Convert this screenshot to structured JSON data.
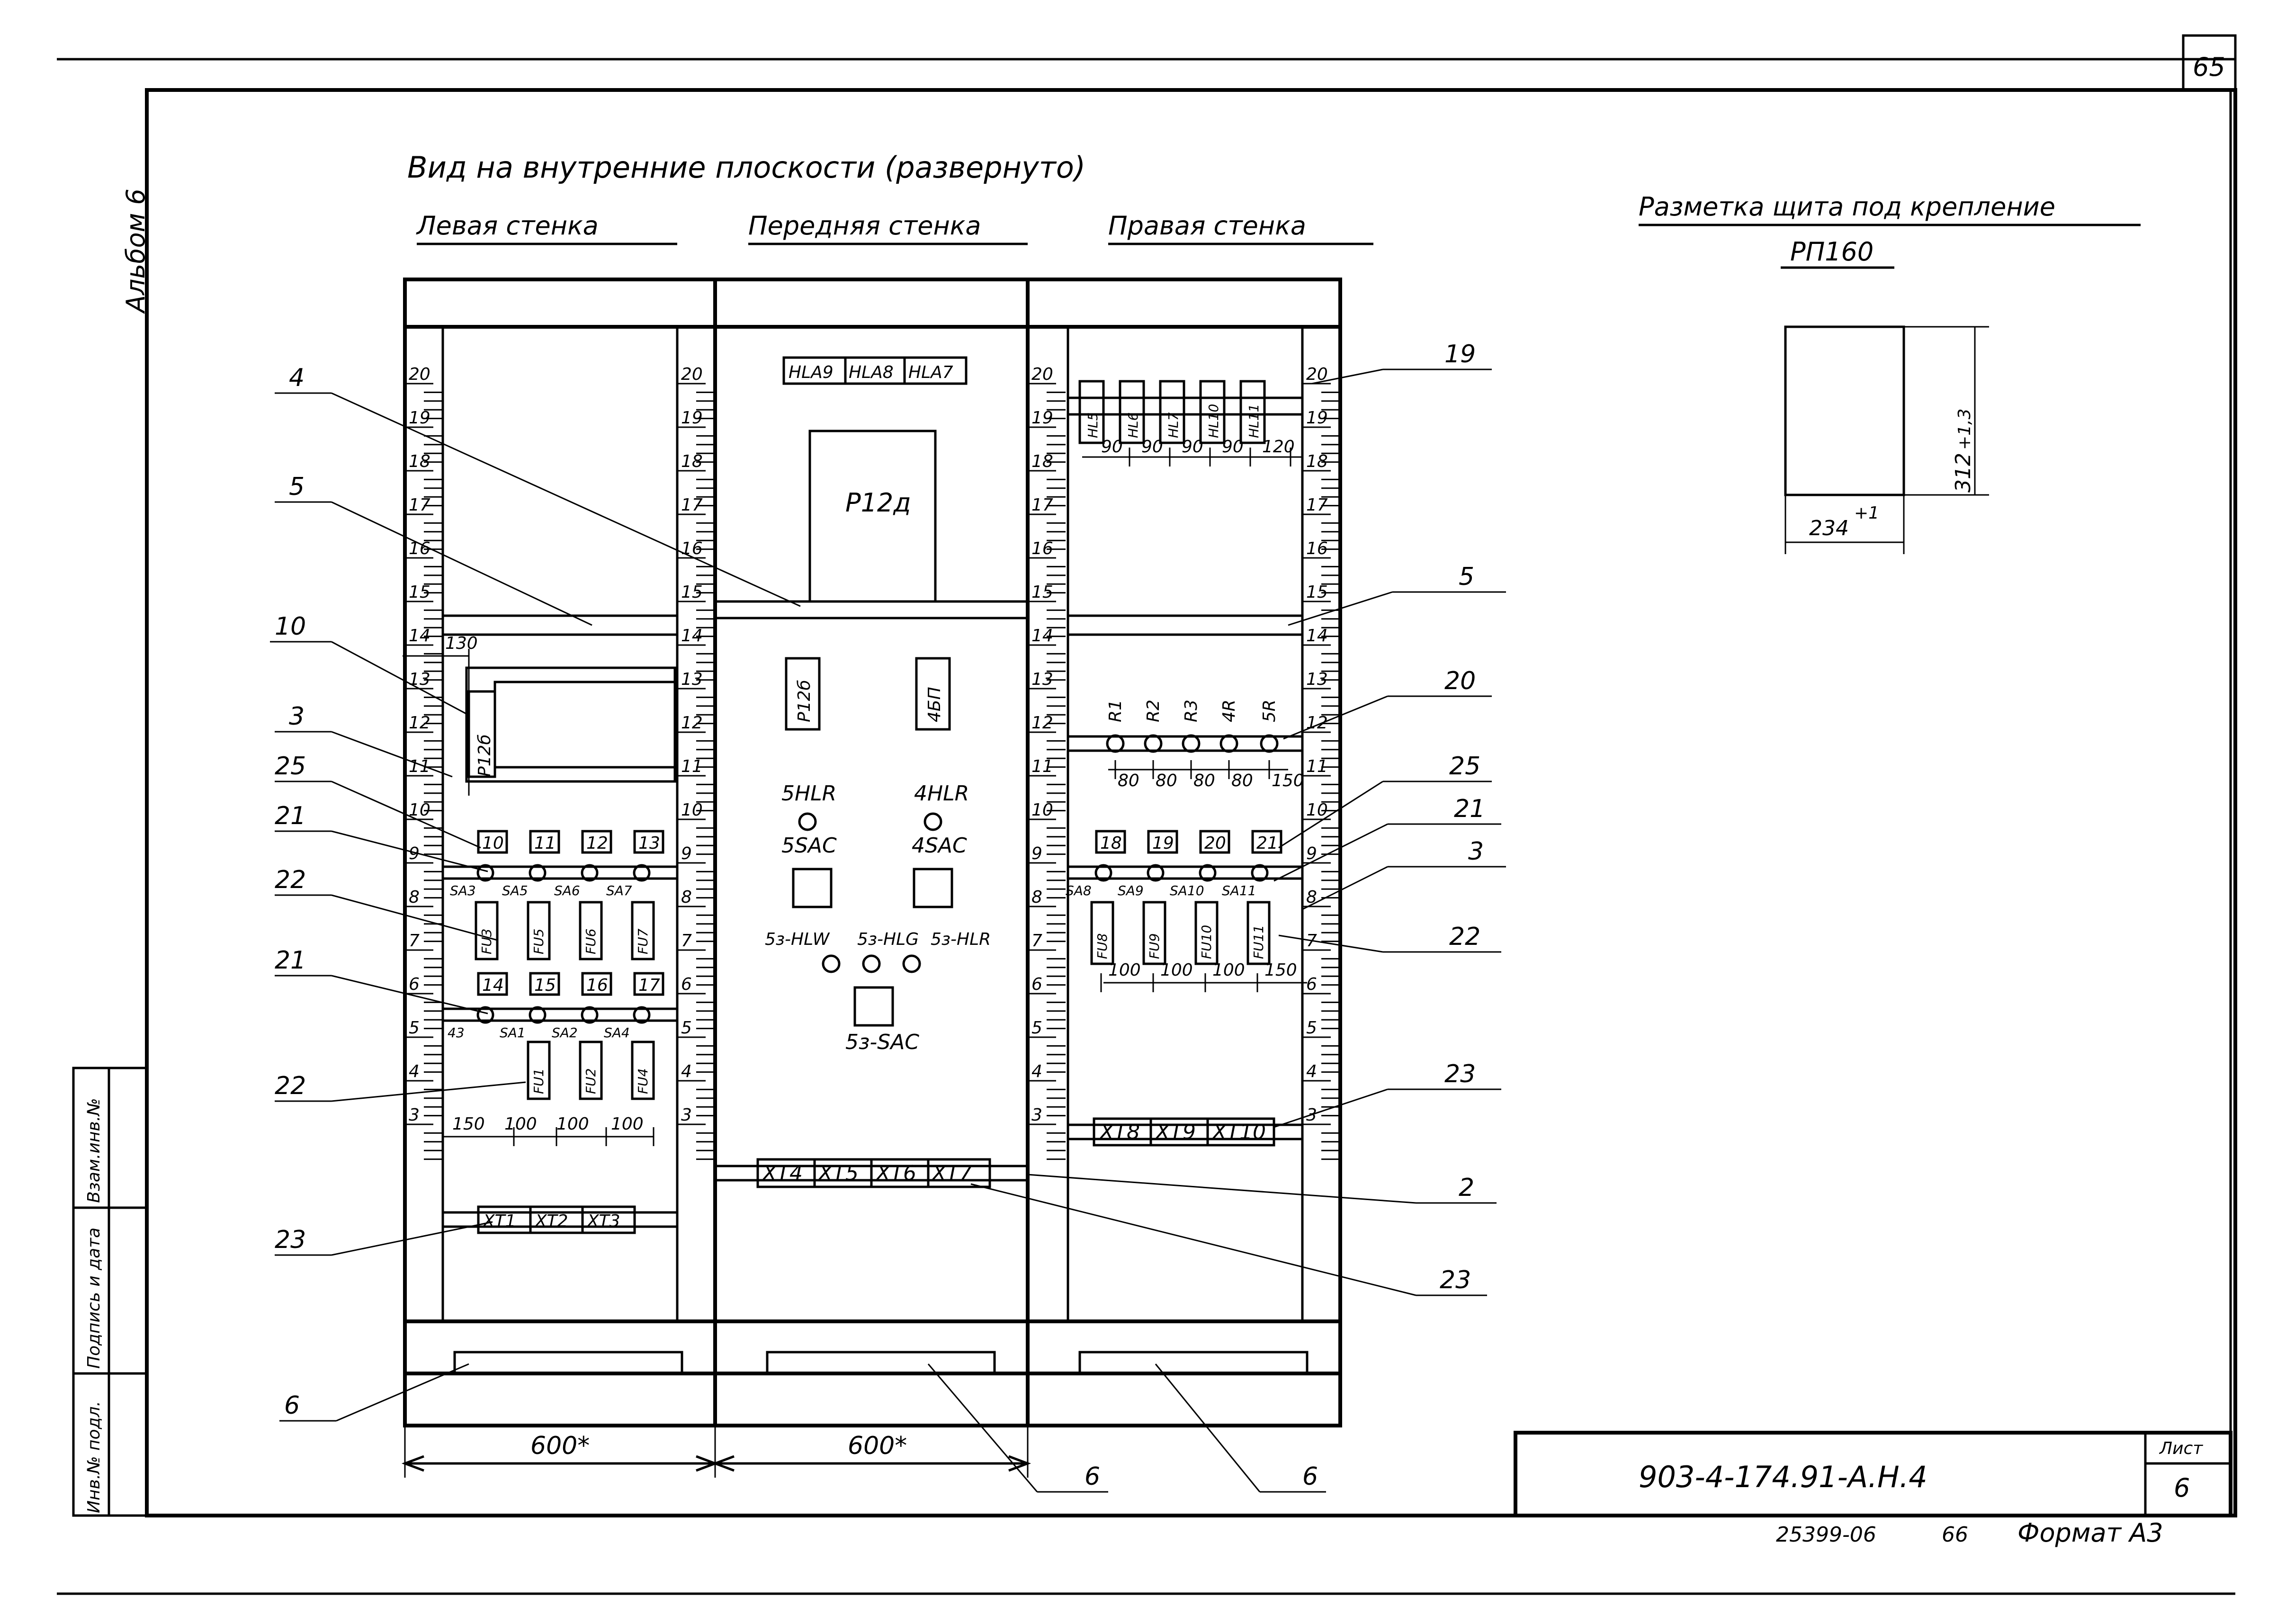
{
  "sheet": {
    "corner_number": "65",
    "album": "Альбом 6",
    "title": "Вид на внутренние плоскости (развернуто)",
    "code": "903-4-174.91-А.Н.4",
    "sheet_label": "Лист",
    "sheet_number": "6",
    "bottom_numbers": "25399-06",
    "bottom_page": "66",
    "format": "Формат А3",
    "stamp_fields": [
      "Инв.№ подл.",
      "Подпись и дата",
      "Взам.инв.№"
    ]
  },
  "walls": {
    "left": "Левая стенка",
    "front": "Передняя стенка",
    "right": "Правая стенка"
  },
  "marking": {
    "title": "Разметка щита под крепление",
    "subtitle": "РП160",
    "width_dim": "234",
    "width_tol": "+1",
    "height_dim": "312",
    "height_tol": "+1,3"
  },
  "scale_ticks": [
    "20",
    "19",
    "18",
    "17",
    "16",
    "15",
    "14",
    "13",
    "12",
    "11",
    "10",
    "9",
    "8",
    "7",
    "6",
    "5",
    "4",
    "3"
  ],
  "left_panel": {
    "relay_label": "Р12б",
    "dim_130": "130",
    "row1_numbers": [
      "10",
      "11",
      "12",
      "13"
    ],
    "row1_switches": [
      "SA3",
      "SA5",
      "SA6",
      "SA7"
    ],
    "row1_fuses": [
      "FU3",
      "FU5",
      "FU6",
      "FU7"
    ],
    "row2_numbers": [
      "14",
      "15",
      "16",
      "17"
    ],
    "row2_switches": [
      "43",
      "SA1",
      "SA2",
      "SA4"
    ],
    "row2_fuses": [
      "FU1",
      "FU2",
      "FU4"
    ],
    "dims": [
      "150",
      "100",
      "100",
      "100"
    ],
    "terminals": [
      "XT1",
      "XT2",
      "XT3"
    ]
  },
  "front_panel": {
    "lamps_top": [
      "HLA9",
      "HLA8",
      "HLA7"
    ],
    "relay_top": "Р12д",
    "relay_mid_left": "Р12б",
    "relay_mid_right": "4БП",
    "lamp_5hlr": "5HLR",
    "lamp_4hlr": "4HLR",
    "sw_5sac": "5SAC",
    "sw_4sac": "4SAC",
    "lamp_hlw": "5з-HLW",
    "lamp_hlg": "5з-HLG",
    "lamp_hlr": "5з-HLR",
    "sw_bottom": "5з-SAC",
    "terminals": [
      "XT4",
      "XT5",
      "XT6",
      "XT7"
    ]
  },
  "right_panel": {
    "lamps": [
      "HL5",
      "HL6",
      "HL7",
      "HL10",
      "HL11"
    ],
    "lamp_dims": [
      "90",
      "90",
      "90",
      "90",
      "120"
    ],
    "resistors": [
      "R1",
      "R2",
      "R3",
      "4R",
      "5R"
    ],
    "res_dims": [
      "80",
      "80",
      "80",
      "80",
      "150"
    ],
    "numbers": [
      "18",
      "19",
      "20",
      "21"
    ],
    "switches": [
      "SA8",
      "SA9",
      "SA10",
      "SA11"
    ],
    "fuses": [
      "FU8",
      "FU9",
      "FU10",
      "FU11"
    ],
    "fuse_dims": [
      "100",
      "100",
      "100",
      "150"
    ],
    "terminals": [
      "XT8",
      "XT9",
      "XT10"
    ]
  },
  "dimensions": {
    "left_width": "600*",
    "front_width": "600*"
  },
  "callouts": {
    "c4": "4",
    "c5_left": "5",
    "c10": "10",
    "c3_left": "3",
    "c25_left": "25",
    "c21_left_a": "21",
    "c22_left_a": "22",
    "c21_left_b": "21",
    "c22_left_b": "22",
    "c23_left": "23",
    "c6_left": "6",
    "c19": "19",
    "c5_right": "5",
    "c20": "20",
    "c25_right": "25",
    "c21_right": "21",
    "c3_right": "3",
    "c22_right": "22",
    "c23_right_a": "23",
    "c2": "2",
    "c23_right_b": "23",
    "c6_mid": "6",
    "c6_right": "6"
  }
}
